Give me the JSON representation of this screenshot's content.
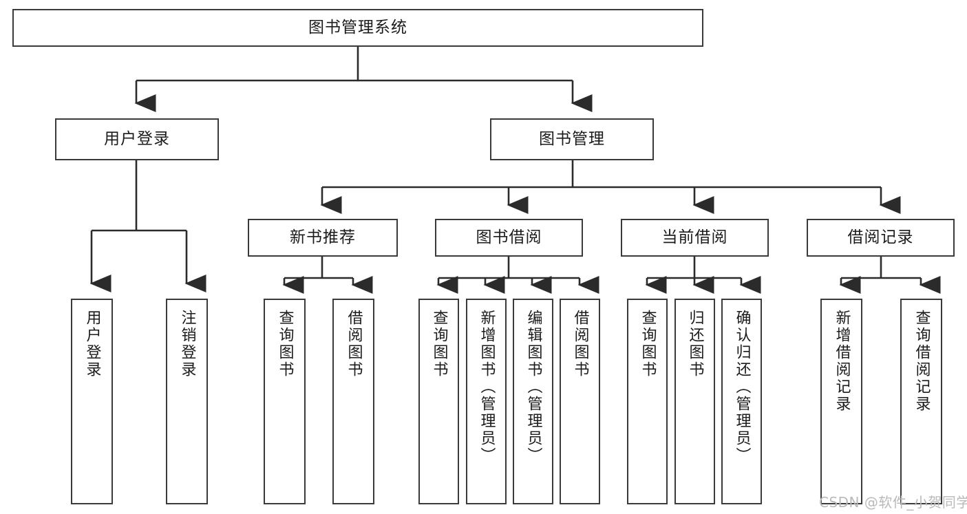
{
  "diagram": {
    "title": "图书管理系统",
    "watermark": "CSDN @软件_小贺同学",
    "colors": {
      "box_border": "#3a3a3a",
      "box_fill": "#ffffff",
      "connector": "#2b2b2b",
      "text": "#1b1b1b",
      "watermark": "#b9b9b9",
      "background": "#ffffff"
    },
    "root": {
      "label": "图书管理系统"
    },
    "level1": [
      {
        "label": "用户登录"
      },
      {
        "label": "图书管理"
      }
    ],
    "level2": [
      {
        "label": "新书推荐"
      },
      {
        "label": "图书借阅"
      },
      {
        "label": "当前借阅"
      },
      {
        "label": "借阅记录"
      }
    ],
    "leaves": {
      "user_login": [
        {
          "label": "用户登录"
        },
        {
          "label": "注销登录"
        }
      ],
      "new_book_recommend": [
        {
          "label": "查询图书"
        },
        {
          "label": "借阅图书"
        }
      ],
      "book_borrow": [
        {
          "label": "查询图书"
        },
        {
          "label": "新增图书（管理员）"
        },
        {
          "label": "编辑图书（管理员）"
        },
        {
          "label": "借阅图书"
        }
      ],
      "current_borrow": [
        {
          "label": "查询图书"
        },
        {
          "label": "归还图书"
        },
        {
          "label": "确认归还（管理员）"
        }
      ],
      "borrow_record": [
        {
          "label": "新增借阅记录"
        },
        {
          "label": "查询借阅记录"
        }
      ]
    }
  }
}
